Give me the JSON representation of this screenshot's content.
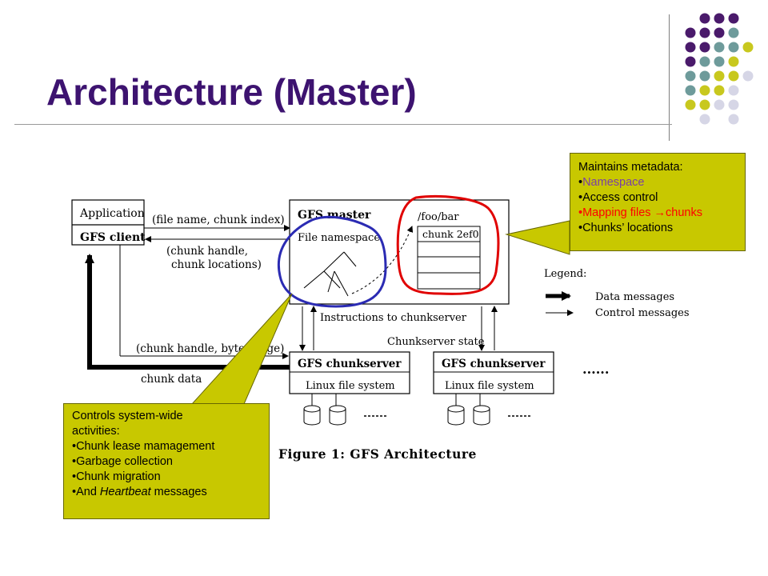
{
  "slide": {
    "title": "Architecture (Master)"
  },
  "colors": {
    "title": "#3d1370",
    "callout_bg": "#c8c800",
    "highlight_purple": "#7b3fa6",
    "highlight_red": "#ff0000",
    "circle_blue": "#2b2bb3",
    "circle_red": "#e00000",
    "dot_purple": "#4a1a6b",
    "dot_teal": "#6e9b9b",
    "dot_olive": "#c8c81e",
    "dot_lavender": "#d6d6e6"
  },
  "diagram": {
    "application": "Application",
    "gfs_client": "GFS client",
    "req_file_chunk": "(file name, chunk index)",
    "resp_handle": "(chunk handle,",
    "resp_locations": "chunk locations)",
    "gfs_master": "GFS master",
    "file_namespace": "File namespace",
    "path": "/foo/bar",
    "chunk_id": "chunk 2ef0",
    "instructions": "Instructions to chunkserver",
    "chunkserver_state": "Chunkserver state",
    "chunk_handle_byte": "(chunk handle, byte range)",
    "chunk_data": "chunk data",
    "chunkserver1": "GFS chunkserver",
    "chunkserver2": "GFS chunkserver",
    "linux_fs1": "Linux file system",
    "linux_fs2": "Linux file system",
    "ellipsis": "......",
    "legend_title": "Legend:",
    "legend_data": "Data messages",
    "legend_control": "Control messages",
    "caption": "Figure 1:  GFS Architecture"
  },
  "callout_master": {
    "heading": "Maintains metadata:",
    "items": [
      "Namespace",
      "Access control",
      "Mapping files ",
      "chunks",
      "Chunks’ locations"
    ]
  },
  "callout_activities": {
    "line1": "Controls system-wide",
    "line2": "activities:",
    "items": [
      "Chunk lease mamagement",
      "Garbage collection",
      "Chunk migration",
      "And ",
      "Heartbeat",
      " messages"
    ]
  }
}
